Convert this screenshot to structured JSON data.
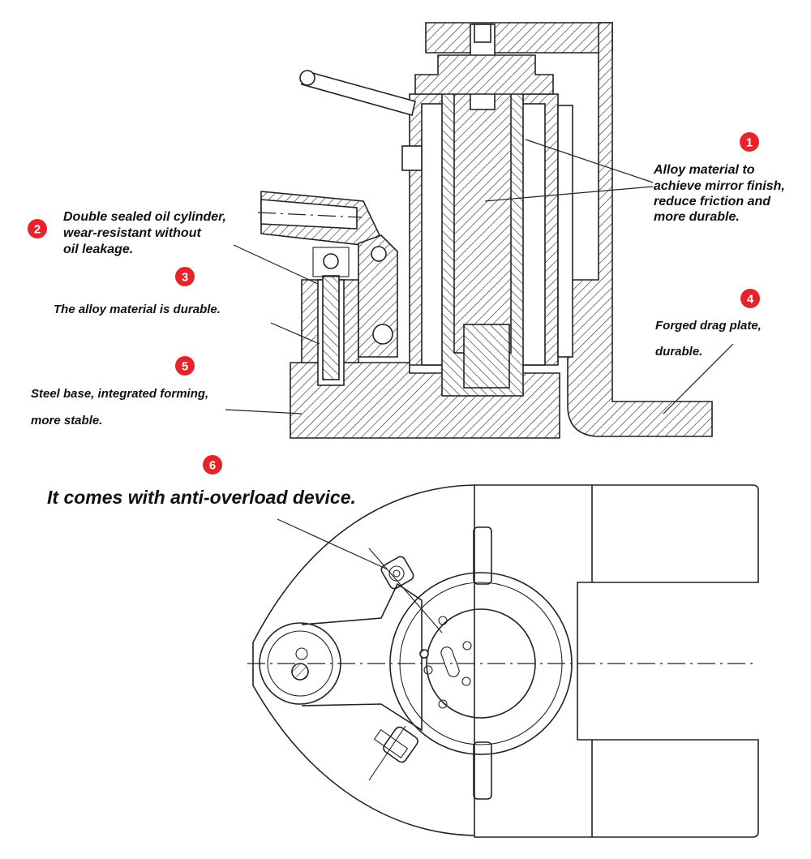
{
  "callouts": [
    {
      "number": "1",
      "lines": [
        "Alloy material to",
        "achieve mirror finish,",
        "reduce friction and",
        "more durable."
      ]
    },
    {
      "number": "2",
      "lines": [
        "Double sealed oil cylinder,",
        "wear-resistant without",
        "oil leakage."
      ]
    },
    {
      "number": "3",
      "lines": [
        "The alloy material is durable."
      ]
    },
    {
      "number": "4",
      "lines": [
        "Forged drag plate,",
        "durable."
      ]
    },
    {
      "number": "5",
      "lines": [
        "Steel base, integrated forming,",
        "more stable."
      ]
    },
    {
      "number": "6",
      "lines": [
        "It comes with anti-overload device."
      ]
    }
  ],
  "colors": {
    "badge": "#e8222b",
    "ink": "#222222",
    "background": "#ffffff"
  }
}
